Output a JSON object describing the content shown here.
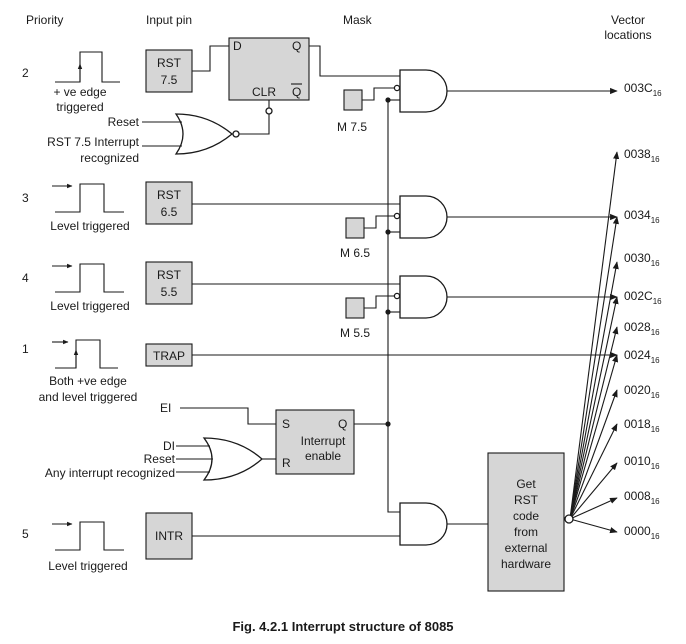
{
  "headers": {
    "priority": "Priority",
    "input_pin": "Input pin",
    "mask": "Mask",
    "vector_1": "Vector",
    "vector_2": "locations"
  },
  "rows": {
    "rst75": {
      "priority": "2",
      "trigger_1": "+ ve edge",
      "trigger_2": "triggered",
      "box_1": "RST",
      "box_2": "7.5",
      "mask": "M 7.5"
    },
    "rst65": {
      "priority": "3",
      "trigger": "Level triggered",
      "box_1": "RST",
      "box_2": "6.5",
      "mask": "M 6.5"
    },
    "rst55": {
      "priority": "4",
      "trigger": "Level triggered",
      "box_1": "RST",
      "box_2": "5.5",
      "mask": "M 5.5"
    },
    "trap": {
      "priority": "1",
      "trigger_1": "Both +ve edge",
      "trigger_2": "and level triggered",
      "box": "TRAP"
    },
    "intr": {
      "priority": "5",
      "trigger": "Level triggered",
      "box": "INTR"
    }
  },
  "flipflop": {
    "d": "D",
    "q": "Q",
    "clr": "CLR",
    "qbar": "Q"
  },
  "nor_inputs": {
    "reset": "Reset",
    "rst75_ack_1": "RST 7.5 Interrupt",
    "rst75_ack_2": "recognized"
  },
  "enable_ff": {
    "s": "S",
    "r": "R",
    "q": "Q",
    "label_1": "Interrupt",
    "label_2": "enable"
  },
  "enable_inputs": {
    "ei": "EI",
    "di": "DI",
    "reset": "Reset",
    "any": "Any interrupt recognized"
  },
  "hardware_box": [
    "Get",
    "RST",
    "code",
    "from",
    "external",
    "hardware"
  ],
  "vectors": [
    {
      "code": "003C",
      "base": "16"
    },
    {
      "code": "0038",
      "base": "16"
    },
    {
      "code": "0034",
      "base": "16"
    },
    {
      "code": "0030",
      "base": "16"
    },
    {
      "code": "002C",
      "base": "16"
    },
    {
      "code": "0028",
      "base": "16"
    },
    {
      "code": "0024",
      "base": "16"
    },
    {
      "code": "0020",
      "base": "16"
    },
    {
      "code": "0018",
      "base": "16"
    },
    {
      "code": "0010",
      "base": "16"
    },
    {
      "code": "0008",
      "base": "16"
    },
    {
      "code": "0000",
      "base": "16"
    }
  ],
  "caption": "Fig. 4.2.1 Interrupt structure of 8085"
}
